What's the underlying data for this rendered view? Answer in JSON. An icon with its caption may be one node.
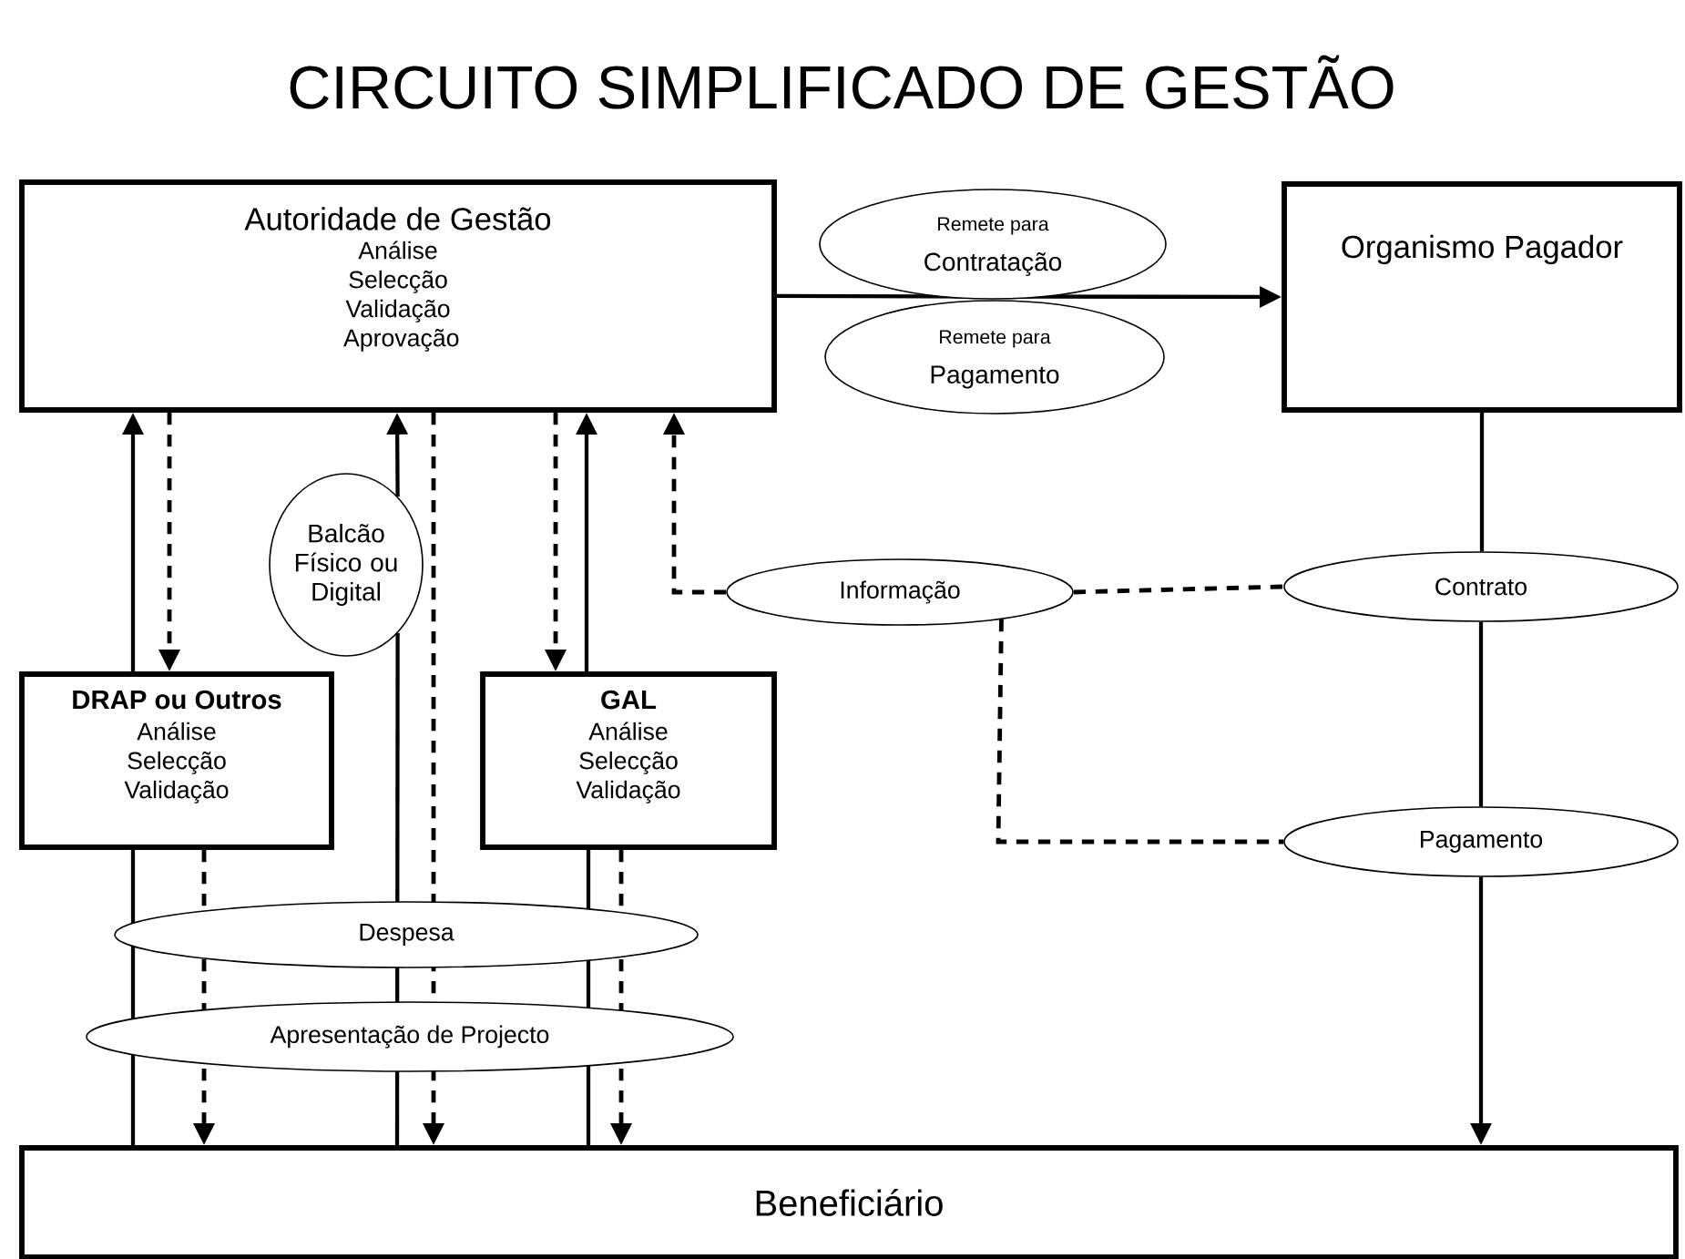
{
  "diagram": {
    "title": "CIRCUITO SIMPLIFICADO DE GESTÃO",
    "nodes": [
      {
        "text": [
          "Autoridade de Gestão",
          "Análise Selecção Validação Aprovação"
        ]
      },
      {
        "text": [
          "Remete para",
          "Contratação"
        ]
      },
      {
        "text": [
          "Remete para",
          "Pagamento"
        ]
      },
      {
        "text": [
          "Organismo Pagador"
        ]
      },
      {
        "text": [
          "Balcão Físico ou Digital"
        ]
      },
      {
        "text": [
          "Informação"
        ]
      },
      {
        "text": [
          "Contrato"
        ]
      },
      {
        "text": [
          "DRAP ou Outros",
          "Análise Selecção Validação"
        ]
      },
      {
        "text": [
          "GAL",
          "Análise Selecção Validação"
        ]
      },
      {
        "text": [
          "Pagamento"
        ]
      },
      {
        "text": [
          "Beneficiário"
        ]
      }
    ],
    "edges": [
      {
        "from": 0,
        "to": 3,
        "arrow": "to"
      },
      {
        "from": 7,
        "to": 0,
        "arrow": "to"
      },
      {
        "from": 0,
        "to": 7,
        "arrow": "to",
        "style": "dashed"
      },
      {
        "from": 4,
        "to": 0,
        "arrow": "to"
      },
      {
        "from": 4,
        "to": 10,
        "arrow": "none"
      },
      {
        "from": 0,
        "to": 10,
        "arrow": "to",
        "style": "dashed"
      },
      {
        "from": 0,
        "to": 8,
        "arrow": "to",
        "style": "dashed"
      },
      {
        "from": 8,
        "to": 0,
        "arrow": "to"
      },
      {
        "from": 5,
        "to": 0,
        "arrow": "to",
        "style": "dashed"
      },
      {
        "from": 5,
        "to": 6,
        "arrow": "none",
        "style": "dashed"
      },
      {
        "from": 5,
        "to": 9,
        "arrow": "none",
        "style": "dashed"
      },
      {
        "from": 3,
        "to": 6,
        "arrow": "none"
      },
      {
        "from": 6,
        "to": 9,
        "arrow": "none"
      },
      {
        "from": 9,
        "to": 10,
        "arrow": "to"
      },
      {
        "from": 7,
        "to": 10,
        "arrow": "none"
      },
      {
        "from": 7,
        "to": 10,
        "arrow": "to",
        "style": "dashed"
      },
      {
        "from": 8,
        "to": 10,
        "arrow": "none"
      },
      {
        "from": 8,
        "to": 10,
        "arrow": "to",
        "style": "dashed"
      }
    ],
    "labels": [
      "Despesa",
      "Apresentação de Projecto"
    ]
  }
}
